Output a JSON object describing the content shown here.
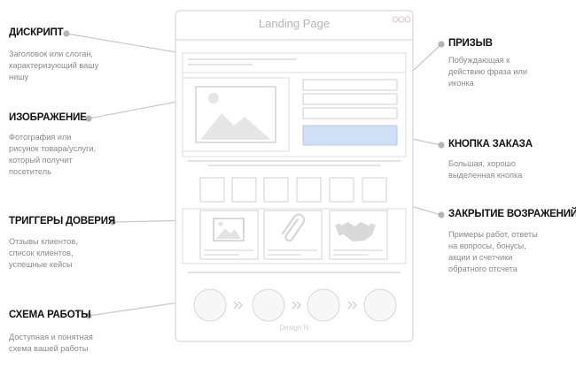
{
  "window": {
    "title": "Landing Page",
    "footer": "Design N"
  },
  "callouts": [
    {
      "id": "descriptor",
      "title": "ДИСКРИПТ",
      "lines": [
        "Заголовок или слоган,",
        "характеризующий вашу",
        "нишу"
      ]
    },
    {
      "id": "image",
      "title": "ИЗОБРАЖЕНИЕ",
      "lines": [
        "Фотография или",
        "рисунок товара/услуги,",
        "который получит",
        "посетитель"
      ]
    },
    {
      "id": "trust",
      "title": "ТРИГГЕРЫ ДОВЕРИЯ",
      "lines": [
        "Отзывы клиентов,",
        "список клиентов,",
        "успешные кейсы"
      ]
    },
    {
      "id": "scheme",
      "title": "СХЕМА РАБОТЫ",
      "lines": [
        "Доступная и понятная",
        "схема вашей работы"
      ]
    },
    {
      "id": "call",
      "title": "ПРИЗЫВ",
      "lines": [
        "Побуждающая к",
        "действию фраза или",
        "иконка"
      ]
    },
    {
      "id": "order",
      "title": "КНОПКА ЗАКАЗА",
      "lines": [
        "Большая, хорошо",
        "выделенная кнопка"
      ]
    },
    {
      "id": "objections",
      "title": "ЗАКРЫТИЕ ВОЗРАЖЕНИЙ",
      "lines": [
        "Примеры работ, ответы",
        "на вопросы, бонусы,",
        "акции и счетчики",
        "обратного отсчета"
      ]
    }
  ],
  "colors": {
    "frame": "#d9d9d9",
    "connector": "#c8c8c8",
    "dot": "#b4b4b4",
    "order_button": "#cfe0f5",
    "order_border": "#b3cbe8",
    "label": "#111111",
    "desc": "#8a8a8a"
  },
  "icons": {
    "hero": "landscape-icon",
    "gallery": [
      "landscape-icon",
      "paperclip-icon",
      "handshake-icon"
    ],
    "flow_arrow": "double-chevron-right-icon"
  }
}
